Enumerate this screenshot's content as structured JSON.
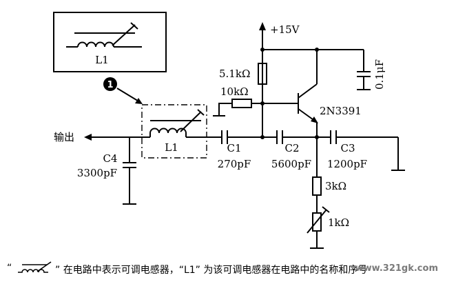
{
  "labels": {
    "supply": "+15V",
    "r_top": "5.1kΩ",
    "r_base": "10kΩ",
    "transistor": "2N3391",
    "c_tank": "0.1μF",
    "output": "输出",
    "c4_name": "C4",
    "c4_value": "3300pF",
    "l1_inset": "L1",
    "l1_main": "L1",
    "marker": "1",
    "c1_name": "C1",
    "c1_value": "270pF",
    "c2_name": "C2",
    "c2_value": "5600pF",
    "c3_name": "C3",
    "c3_value": "1200pF",
    "r_emit": "3kΩ",
    "r_var": "1kΩ"
  },
  "caption": {
    "open_quote": "“",
    "part1": "” 在电路中表示可调电感器，“L1” 为该可调电感器在电路中的名称和序号"
  },
  "watermark": "www.321gk.com",
  "colors": {
    "ink": "#000000",
    "watermark": "#7a7a7a"
  }
}
